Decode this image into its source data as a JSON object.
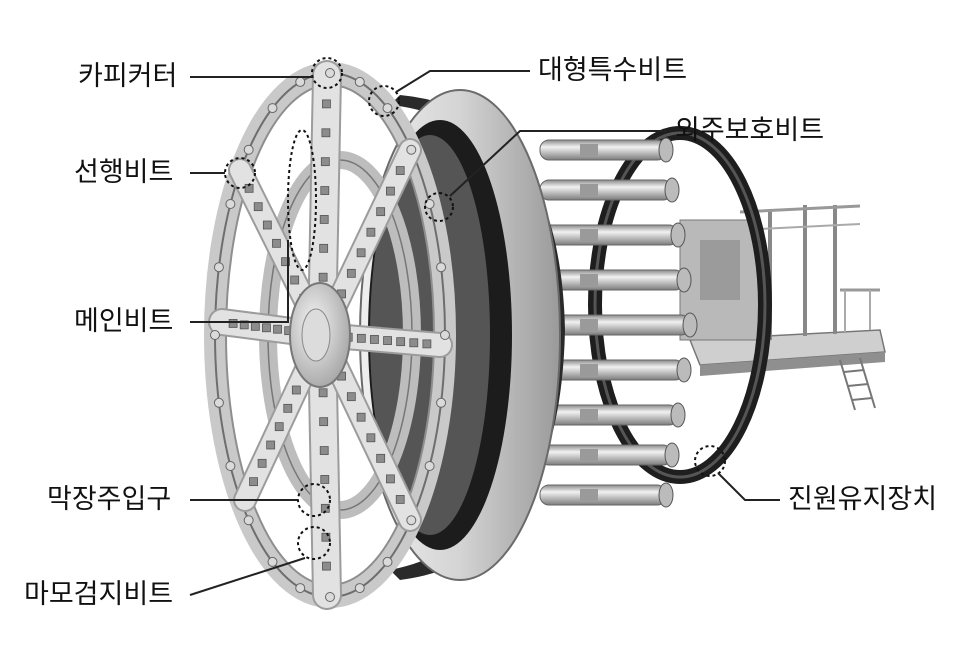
{
  "labels": {
    "copy_cutter": "카피커터",
    "leading_bit": "선행비트",
    "main_bit": "메인비트",
    "slurry_inlet": "막장주입구",
    "wear_detect_bit": "마모검지비트",
    "large_special_bit": "대형특수비트",
    "outer_protect_bit": "외주보호비트",
    "roundness_device": "진원유지장치"
  },
  "colors": {
    "line": "#222222",
    "label": "#111111",
    "metal_light": "#d8d8d8",
    "metal_mid": "#a9a9a9",
    "metal_dark": "#4a4a4a",
    "ring_black": "#1e1e1e"
  }
}
